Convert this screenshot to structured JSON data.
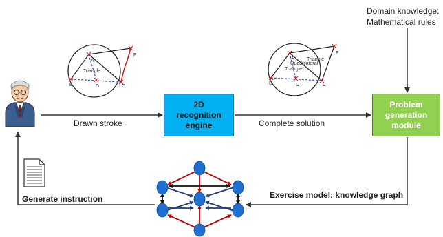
{
  "domain_knowledge": {
    "line1": "Domain knowledge:",
    "line2": "Mathematical rules"
  },
  "engine": {
    "line1": "2D",
    "line2": "recognition",
    "line3": "engine"
  },
  "problem": {
    "line1": "Problem",
    "line2": "generation",
    "line3": "module"
  },
  "arrows": {
    "drawn_stroke": "Drawn stroke",
    "complete_solution": "Complete solution",
    "exercise_model": "Exercise model: knowledge graph",
    "generate_instruction": "Generate instruction"
  },
  "figure1": {
    "triangle": "Triangle",
    "A": "A",
    "B": "B",
    "C": "C",
    "D": "D",
    "F": "F"
  },
  "figure2": {
    "triangle1": "Triangle",
    "quadrilateral": "Quadrilateral",
    "triangle2": "Triangle",
    "A": "A",
    "B": "B",
    "C": "C",
    "D": "D",
    "F": "F"
  },
  "colors": {
    "engine": "#00b0f0",
    "problem": "#92d050",
    "edge_red": "#c00000",
    "edge_blue": "#1f3a7a",
    "node": "#1e6fd0"
  }
}
